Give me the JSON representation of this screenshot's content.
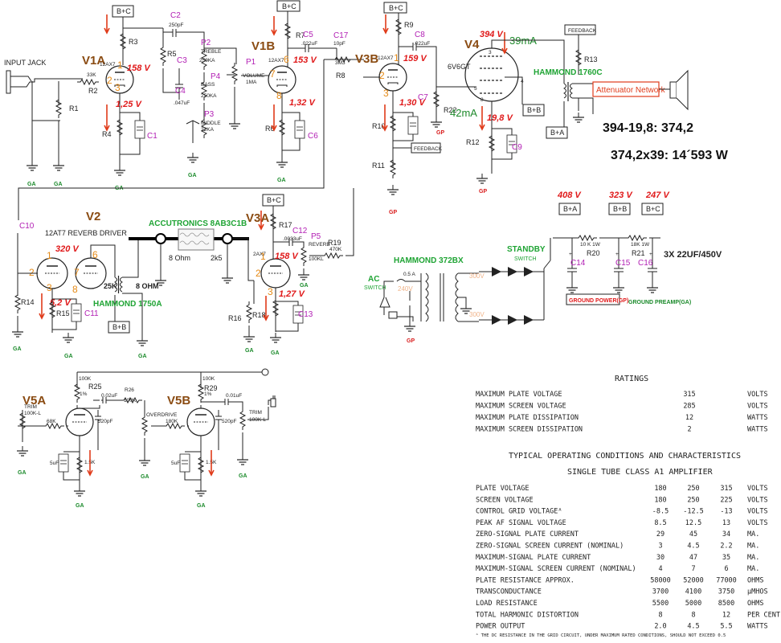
{
  "labels": {
    "input_jack": "INPUT JACK",
    "bc": "B+C",
    "ba": "B+A",
    "bb": "B+B",
    "feedback": "FEEDBACK",
    "ga": "GA",
    "gp": "GP",
    "tube_v1a": "V1A",
    "tube_v1b": "V1B",
    "tube_v3b": "V3B",
    "tube_v4": "V4",
    "tube_v2": "V2",
    "tube_v3a": "V3A",
    "tube_v5a": "V5A",
    "tube_v5b": "V5B",
    "t_12ax7": "12AX7",
    "t_12ax7b": "12AX7",
    "t_12ax7c": "12AX7",
    "t_2ax7": "2AX7",
    "t_6v6gt": "6V6GT",
    "t_reverb_driver": "12AT7 REVERB DRIVER",
    "r_r1": "R1",
    "r_r2": "R2",
    "r_r2v": "33K",
    "r_r3": "R3",
    "r_r4": "R4",
    "r_r5": "R5",
    "r_r6": "R6",
    "r_r7": "R7",
    "r_r8": "R8",
    "r_r8v": "3M3",
    "r_r9": "R9",
    "r_r10": "R10",
    "r_r11": "R11",
    "r_r12": "R12",
    "r_r13": "R13",
    "r_r14": "R14",
    "r_r15": "R15",
    "r_r16": "R16",
    "r_r17": "R17",
    "r_r18": "R18",
    "r_r19": "R19",
    "r_r19v": "470K",
    "r_r20": "R20",
    "r_r20v": "10 K 1W",
    "r_r21": "R21",
    "r_r21v": "18K 1W",
    "r_r22": "R22",
    "r_r25": "R25",
    "r_r26": "R26",
    "r_r29": "R29",
    "c_c1": "C1",
    "c_c2": "C2",
    "c_c2v": "250pF",
    "c_c3": "C3",
    "c_c4": "C4",
    "c_c4v": ".047uF",
    "c_c5": "C5",
    "c_c5v": ".022uF",
    "c_c6": "C6",
    "c_c7": "C7",
    "c_c8": "C8",
    "c_c8v": ".022uF",
    "c_c9": "C9",
    "c_c10": "C10",
    "c_c11": "C11",
    "c_c12": "C12",
    "c_c12v": ".0033uF",
    "c_c13": "C13",
    "c_c14": "C14",
    "c_c15": "C15",
    "c_c16": "C16",
    "c_c17": "C17",
    "c_c17v": "10pF",
    "p_p1": "P1",
    "p_p1v": "VOLUME",
    "p_p1w": "1MA",
    "p_p2": "P2",
    "p_p2v": "TREBLE",
    "p_p2w": "250KA",
    "p_p3": "P3",
    "p_p3v": "MIDDLE",
    "p_p3w": "22KA",
    "p_p4": "P4",
    "p_p4v": "BASS",
    "p_p4w": "250KA",
    "p_p5": "P5",
    "p_p5v": "REVERB",
    "p_p5w": "100KL",
    "v1a_a": "158 V",
    "v1a_k": "1,25 V",
    "v1b_a": "153 V",
    "v1b_k": "1,32 V",
    "v3b_a": "159 V",
    "v3b_k": "1,30 V",
    "v4_a": "394 V",
    "v4_k": "19,8 V",
    "v2_a": "320 V",
    "v2_k": "5,2 V",
    "v3a_a": "158 V",
    "v3a_k": "1,27 V",
    "cur_39": "39mA",
    "cur_42": "42mA",
    "hammond_1760": "HAMMOND 1760C",
    "attenuator": "Attenuator Network",
    "calc_line1": "394-19,8: 374,2",
    "calc_line2": "374,2x39: 14´593 W",
    "supply_ba": "408 V",
    "supply_bb": "323 V",
    "supply_bc": "247 V",
    "caps_22": "3X 22UF/450V",
    "ground_power": "GROUND POWER(GP)",
    "ground_preamp": "GROUND PREAMP(GA)",
    "standby": "STANDBY",
    "switch": "SWITCH",
    "ac": "AC",
    "ac_switch": "SWITCH",
    "fuse": "0.5 A",
    "hammond_372": "HAMMOND 372BX",
    "reverb_tank": "ACCUTRONICS 8AB3C1B",
    "ohm8": "8 Ohm",
    "k25": "2k5",
    "ohm25k": "25K",
    "ohm8b": "8 OHM",
    "hammond_1750": "HAMMOND 1750A",
    "v240": "240V",
    "v300a": "300V",
    "v300b": "300V",
    "k100a": "100K",
    "k100b": "100K",
    "k100c": "100K",
    "k68": "68K",
    "k180": "180K",
    "uf002a": "0.02uF",
    "uf001": "0.01uF",
    "pf520a": "520pF",
    "pf520b": "520pF",
    "trim_a": "TRIM",
    "trim_a2": "100K-L",
    "trim_b": "TRIM",
    "trim_b2": "100K-L",
    "overdrive": "OVERDRIVE",
    "k15a": "1.5K",
    "k15b": "1.5K",
    "uf5a": "5uF",
    "uf5b": "5uF",
    "pct1a": "1%",
    "pct1b": "1%"
  },
  "ratings": {
    "title": "RATINGS",
    "rows": [
      {
        "name": "MAXIMUM PLATE VOLTAGE",
        "value": "315",
        "unit": "VOLTS"
      },
      {
        "name": "MAXIMUM SCREEN VOLTAGE",
        "value": "285",
        "unit": "VOLTS"
      },
      {
        "name": "MAXIMUM PLATE DISSIPATION",
        "value": "12",
        "unit": "WATTS"
      },
      {
        "name": "MAXIMUM SCREEN DISSIPATION",
        "value": "2",
        "unit": "WATTS"
      }
    ]
  },
  "operating": {
    "title": "TYPICAL OPERATING CONDITIONS AND CHARACTERISTICS",
    "subtitle": "SINGLE TUBE CLASS A1 AMPLIFIER",
    "rows": [
      {
        "name": "PLATE VOLTAGE",
        "v1": "180",
        "v2": "250",
        "v3": "315",
        "unit": "VOLTS"
      },
      {
        "name": "SCREEN VOLTAGE",
        "v1": "180",
        "v2": "250",
        "v3": "225",
        "unit": "VOLTS"
      },
      {
        "name": "CONTROL GRID VOLTAGEᴬ",
        "v1": "-8.5",
        "v2": "-12.5",
        "v3": "-13",
        "unit": "VOLTS"
      },
      {
        "name": "PEAK AF SIGNAL VOLTAGE",
        "v1": "8.5",
        "v2": "12.5",
        "v3": "13",
        "unit": "VOLTS"
      },
      {
        "name": "ZERO-SIGNAL PLATE CURRENT",
        "v1": "29",
        "v2": "45",
        "v3": "34",
        "unit": "MA."
      },
      {
        "name": "ZERO-SIGNAL SCREEN CURRENT (NOMINAL)",
        "v1": "3",
        "v2": "4.5",
        "v3": "2.2",
        "unit": "MA."
      },
      {
        "name": "MAXIMUM-SIGNAL PLATE CURRENT",
        "v1": "30",
        "v2": "47",
        "v3": "35",
        "unit": "MA."
      },
      {
        "name": "MAXIMUM-SIGNAL SCREEN CURRENT (NOMINAL)",
        "v1": "4",
        "v2": "7",
        "v3": "6",
        "unit": "MA."
      },
      {
        "name": "PLATE RESISTANCE APPROX.",
        "v1": "58000",
        "v2": "52000",
        "v3": "77000",
        "unit": "OHMS"
      },
      {
        "name": "TRANSCONDUCTANCE",
        "v1": "3700",
        "v2": "4100",
        "v3": "3750",
        "unit": "µMHOS"
      },
      {
        "name": "LOAD RESISTANCE",
        "v1": "5500",
        "v2": "5000",
        "v3": "8500",
        "unit": "OHMS"
      },
      {
        "name": "TOTAL HARMONIC DISTORTION",
        "v1": "8",
        "v2": "8",
        "v3": "12",
        "unit": "PER CENT"
      },
      {
        "name": "POWER OUTPUT",
        "v1": "2.0",
        "v2": "4.5",
        "v3": "5.5",
        "unit": "WATTS"
      }
    ],
    "footnote": "ᴬ THE DC RESISTANCE IN THE GRID CIRCUIT, UNDER MAXIMUM RATED CONDITIONS, SHOULD NOT EXCEED 0.5"
  }
}
